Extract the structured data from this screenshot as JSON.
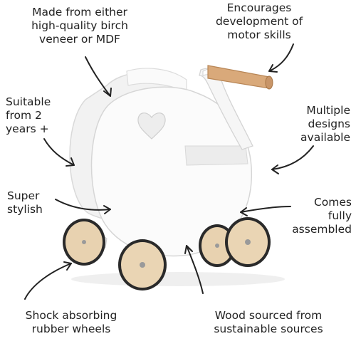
{
  "callouts": {
    "material": [
      "Made from either",
      "high-quality birch",
      "veneer or MDF"
    ],
    "motor": [
      "Encourages",
      "development of",
      "motor skills"
    ],
    "age": [
      "Suitable",
      "from 2",
      "years +"
    ],
    "designs": [
      "Multiple",
      "designs",
      "available"
    ],
    "stylish": [
      "Super",
      "stylish"
    ],
    "assembled": [
      "Comes",
      "fully",
      "assembled"
    ],
    "wheels": [
      "Shock absorbing",
      "rubber wheels"
    ],
    "wood": [
      "Wood sourced from",
      "sustainable sources"
    ]
  },
  "colors": {
    "text": "#222222",
    "pram_body": "#f7f7f7",
    "pram_shadow": "#e2e2e2",
    "wood": "#d9a97a",
    "wheel_face": "#e8d2b0",
    "rubber": "#2a2a2a"
  }
}
